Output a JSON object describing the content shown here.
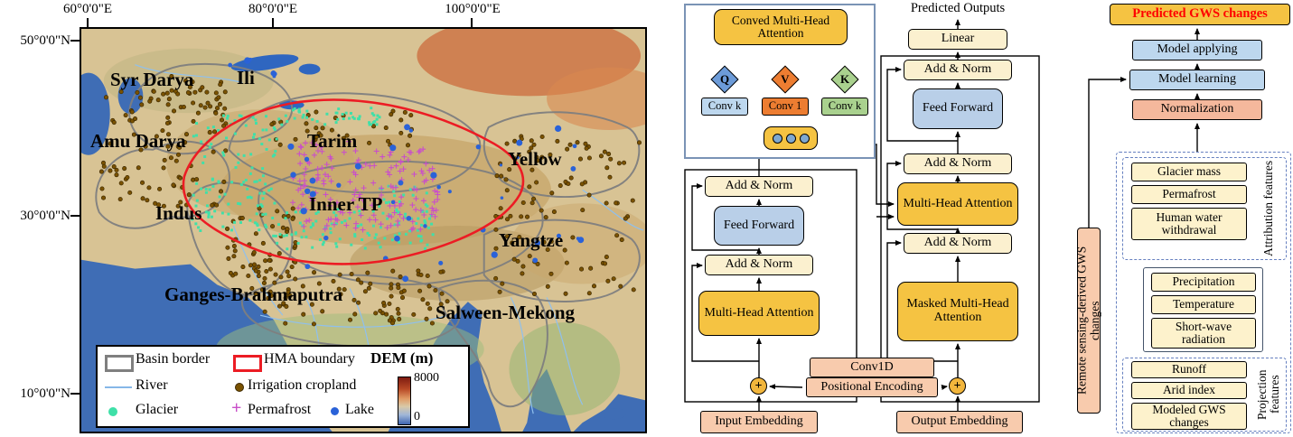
{
  "map": {
    "x_ticks": [
      "60°0'0\"E",
      "80°0'0\"E",
      "100°0'0\"E"
    ],
    "y_ticks": [
      "50°0'0\"N",
      "30°0'0\"N",
      "10°0'0\"N"
    ],
    "labels": {
      "syr_darya": "Syr Darya",
      "ili": "Ili",
      "amu_darya": "Amu Darya",
      "tarim": "Tarim",
      "indus": "Indus",
      "inner_tp": "Inner TP",
      "yellow": "Yellow",
      "yangtze": "Yangtze",
      "ganges": "Ganges-Brahmaputra",
      "salween": "Salween-Mekong"
    },
    "legend": {
      "basin_border": "Basin border",
      "hma_boundary": "HMA boundary",
      "dem_title": "DEM (m)",
      "river": "River",
      "irrigation": "Irrigation cropland",
      "glacier": "Glacier",
      "permafrost": "Permafrost",
      "permafrost_symbol": "+",
      "lake": "Lake",
      "dem_max": "8000",
      "dem_min": "0"
    }
  },
  "transformer": {
    "inset": {
      "title": "Conved Multi-Head Attention",
      "q": "Q",
      "v": "V",
      "k": "K",
      "conv_k": "Conv k",
      "conv_1": "Conv 1"
    },
    "add_norm": "Add & Norm",
    "feed_forward": "Feed Forward",
    "mha": "Multi-Head Attention",
    "masked_mha": "Masked Multi-Head Attention",
    "linear": "Linear",
    "predicted_outputs": "Predicted Outputs",
    "input_embedding": "Input Embedding",
    "output_embedding": "Output Embedding",
    "conv1d": "Conv1D",
    "positional_encoding": "Positional Encoding",
    "plus": "+"
  },
  "flowchart": {
    "predicted_gws": "Predicted GWS changes",
    "model_applying": "Model applying",
    "model_learning": "Model learning",
    "normalization": "Normalization",
    "remote_sensing": "Remote sensing-derived GWS changes",
    "attribution_label": "Attribution features",
    "attribution_items": [
      "Glacier mass",
      "Permafrost",
      "Human water withdrawal"
    ],
    "forcing_items": [
      "Precipitation",
      "Temperature",
      "Short-wave radiation"
    ],
    "projection_label": "Projection features",
    "projection_items": [
      "Runoff",
      "Arid index",
      "Modeled GWS changes"
    ]
  },
  "colors": {
    "gold": "#F5C342",
    "cream": "#FBF0CF",
    "blue": "#B9CFE8",
    "peach": "#F8CBAD",
    "red_boundary": "#EC1C24",
    "basin_gray": "#7F7F7F",
    "glacier": "#3FE0A8",
    "permafrost": "#C94FC9",
    "lake": "#2A62D8",
    "cropland": "#7A5200",
    "predicted_text_red": "#FF0000"
  }
}
